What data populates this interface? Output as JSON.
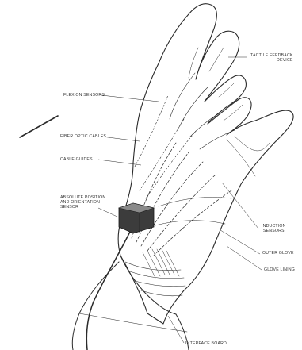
{
  "labels": {
    "tactile_line1": "TACTILE FEEDBACK",
    "tactile_line2": "DEVICE",
    "flexion": "FLEXION SENSORS",
    "fiber": "FIBER OPTIC CABLES",
    "guides": "CABLE GUIDES",
    "abs_line1": "ABSOLUTE POSITION",
    "abs_line2": "AND ORIENTATION",
    "abs_line3": "SENSOR",
    "induction_line1": "INDUCTION",
    "induction_line2": "SENSORS",
    "outer": "OUTER GLOVE",
    "lining": "GLOVE LINING",
    "interface": "INTERFACE BOARD"
  },
  "colors": {
    "ink": "#2a2a2a",
    "sensor_box": "#3c3c3c",
    "background": "#ffffff"
  }
}
